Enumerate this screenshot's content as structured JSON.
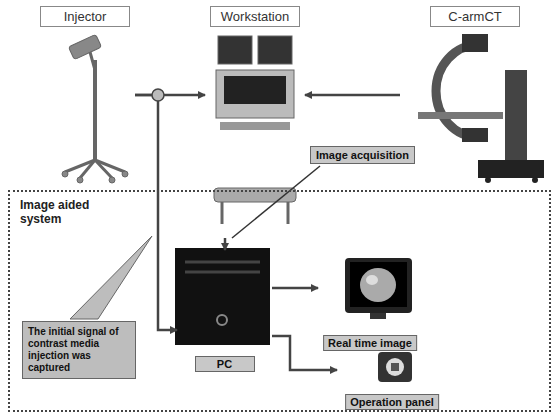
{
  "diagram": {
    "nodes": [
      {
        "text": [
          "Injector"
        ]
      },
      {
        "text": [
          "Workstation"
        ]
      },
      {
        "text": [
          "C-armCT"
        ]
      },
      {
        "text": [
          "Image acquisition"
        ]
      },
      {
        "text": [
          "Image aided system"
        ]
      },
      {
        "text": [
          "The initial signal of contrast media injection was captured"
        ],
        "in": 4
      },
      {
        "text": [
          "PC"
        ],
        "in": 4
      },
      {
        "text": [
          "Real time image"
        ],
        "in": 4
      },
      {
        "text": [
          "Operation panel"
        ],
        "in": 4
      }
    ],
    "edges": [
      {
        "from": 0,
        "to": 1,
        "arrow": "to"
      },
      {
        "from": 0,
        "to": 6,
        "arrow": "to"
      },
      {
        "from": 2,
        "to": 1,
        "arrow": "to"
      },
      {
        "from": 1,
        "to": 6,
        "arrow": "to"
      },
      {
        "from": 6,
        "to": 7,
        "arrow": "to"
      },
      {
        "from": 6,
        "to": 8,
        "arrow": "to"
      }
    ]
  }
}
